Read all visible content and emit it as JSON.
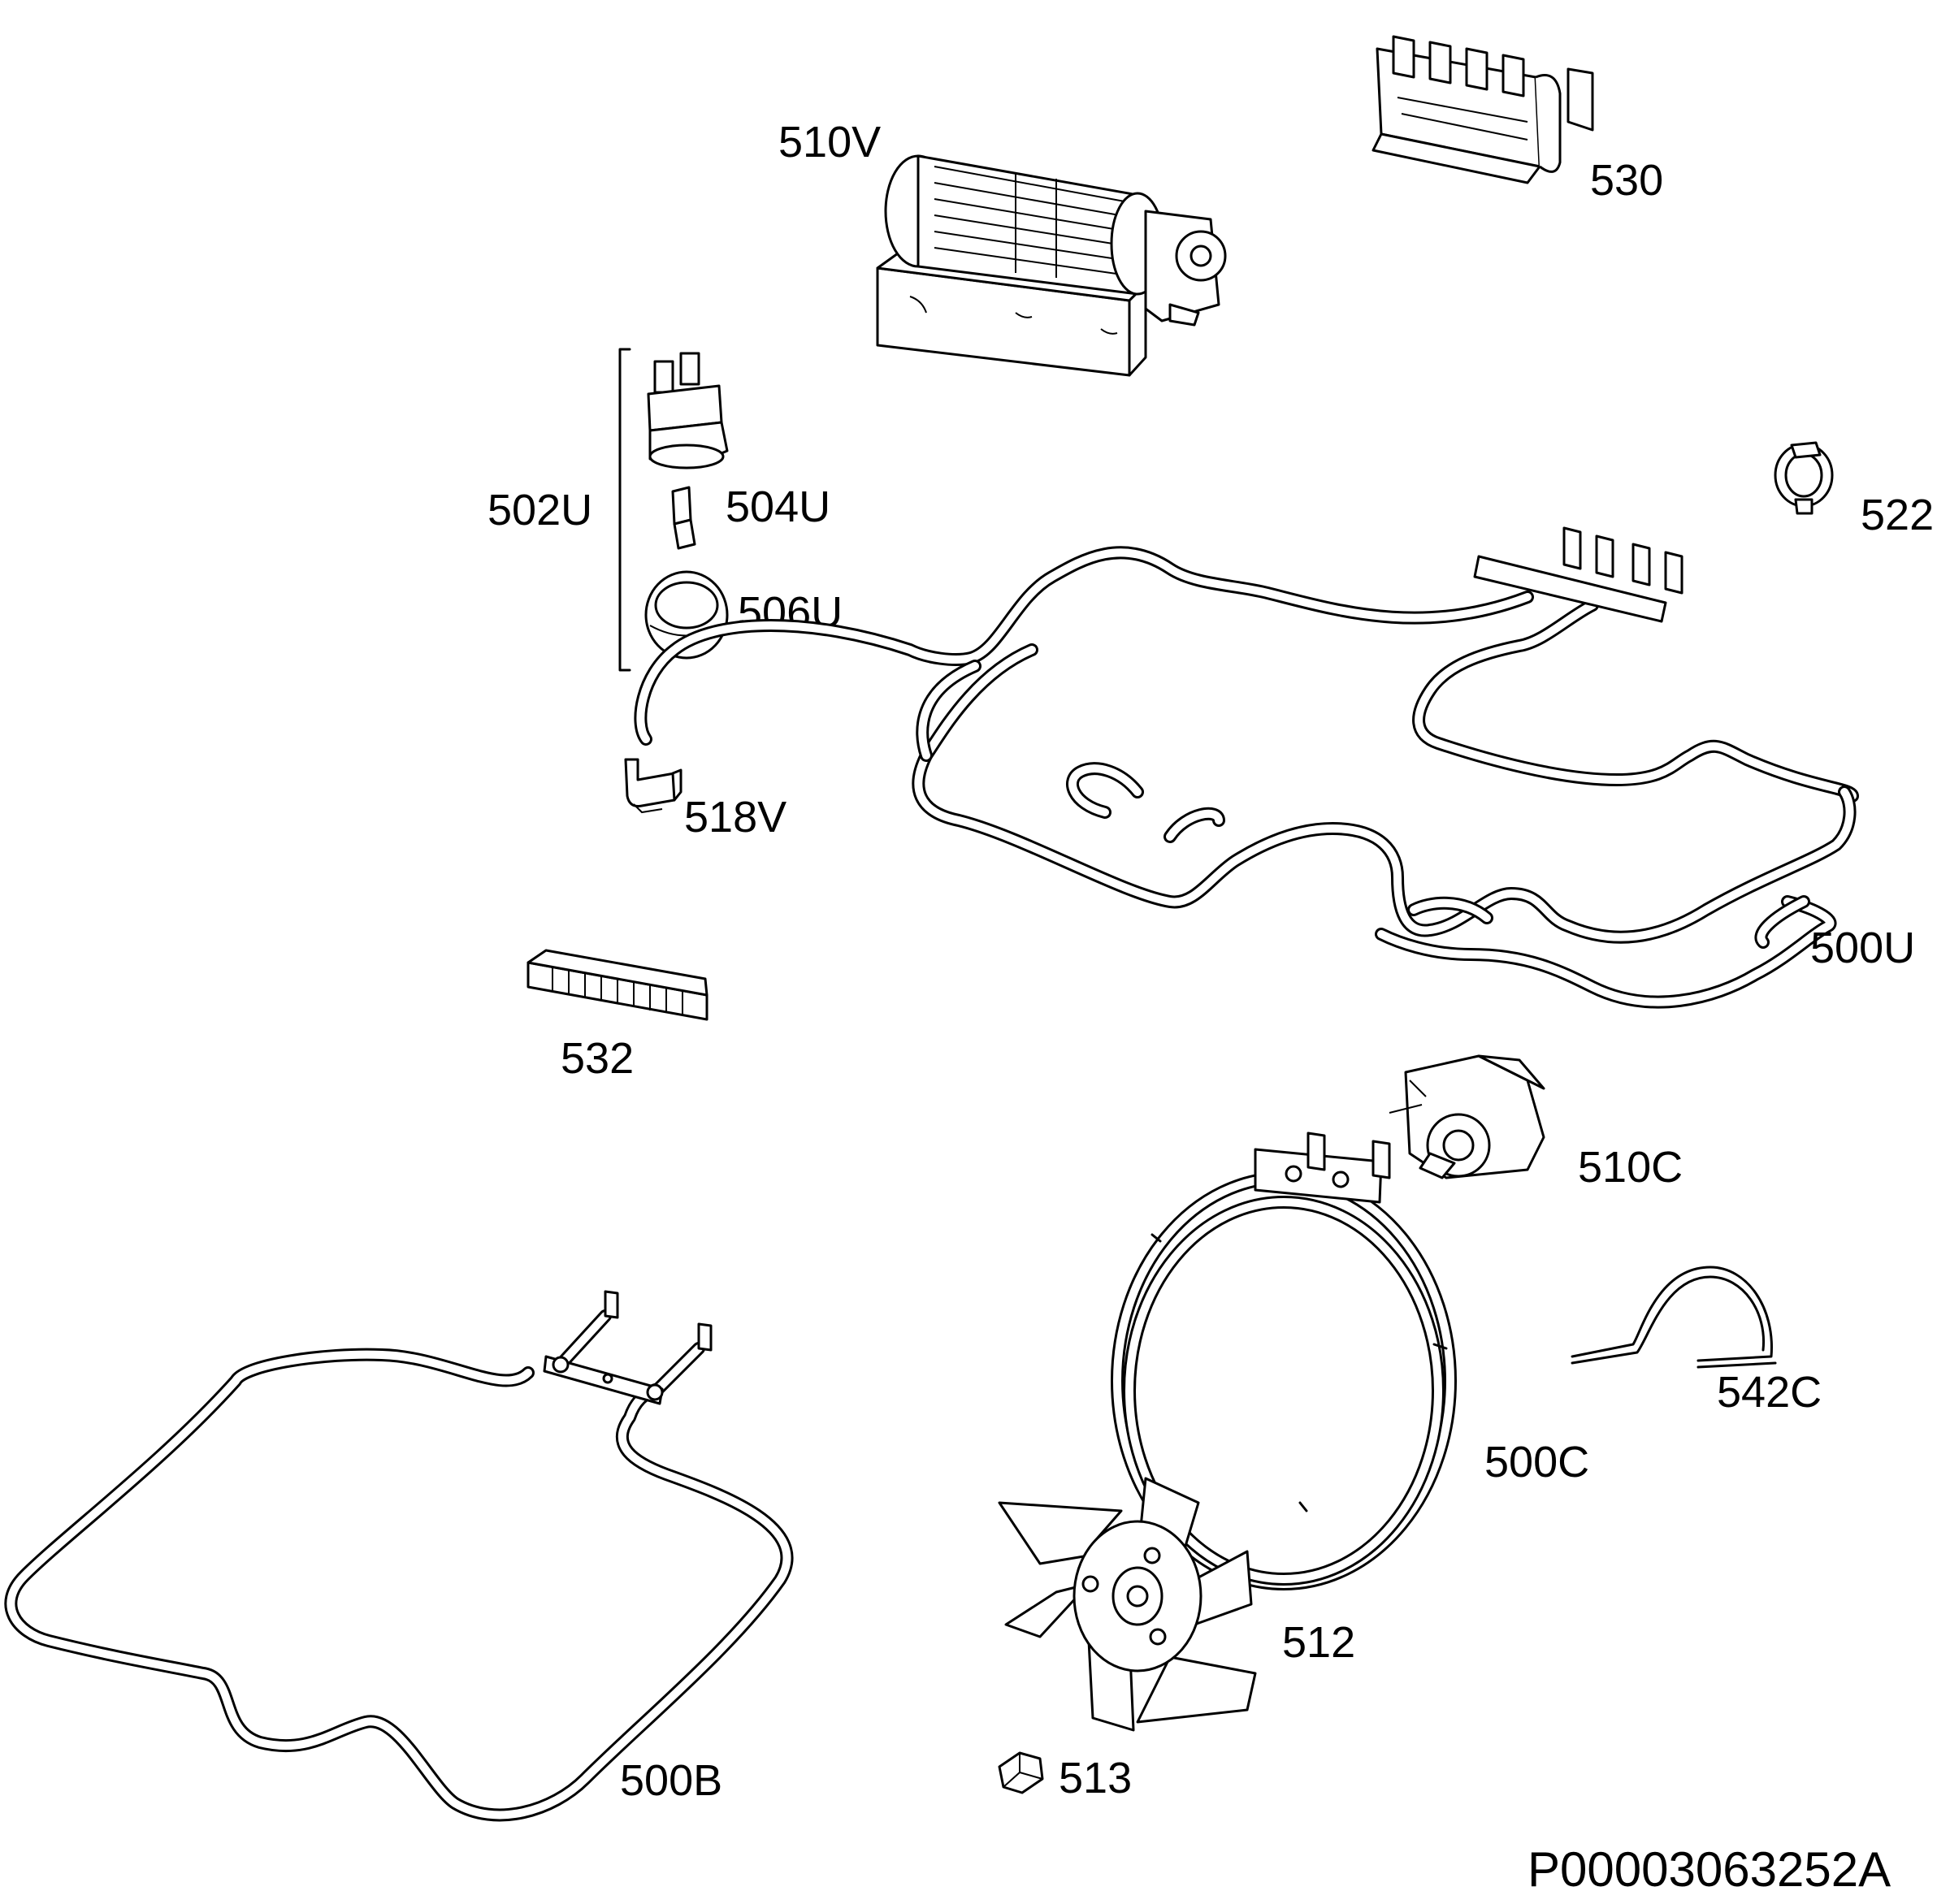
{
  "labels": {
    "p510V": "510V",
    "p530": "530",
    "p502U": "502U",
    "p504U": "504U",
    "p506U": "506U",
    "p522": "522",
    "p518V": "518V",
    "p500U": "500U",
    "p532": "532",
    "p510C": "510C",
    "p542C": "542C",
    "p500C": "500C",
    "p512": "512",
    "p500B": "500B",
    "p513": "513"
  },
  "document_id": "P00003063252A"
}
